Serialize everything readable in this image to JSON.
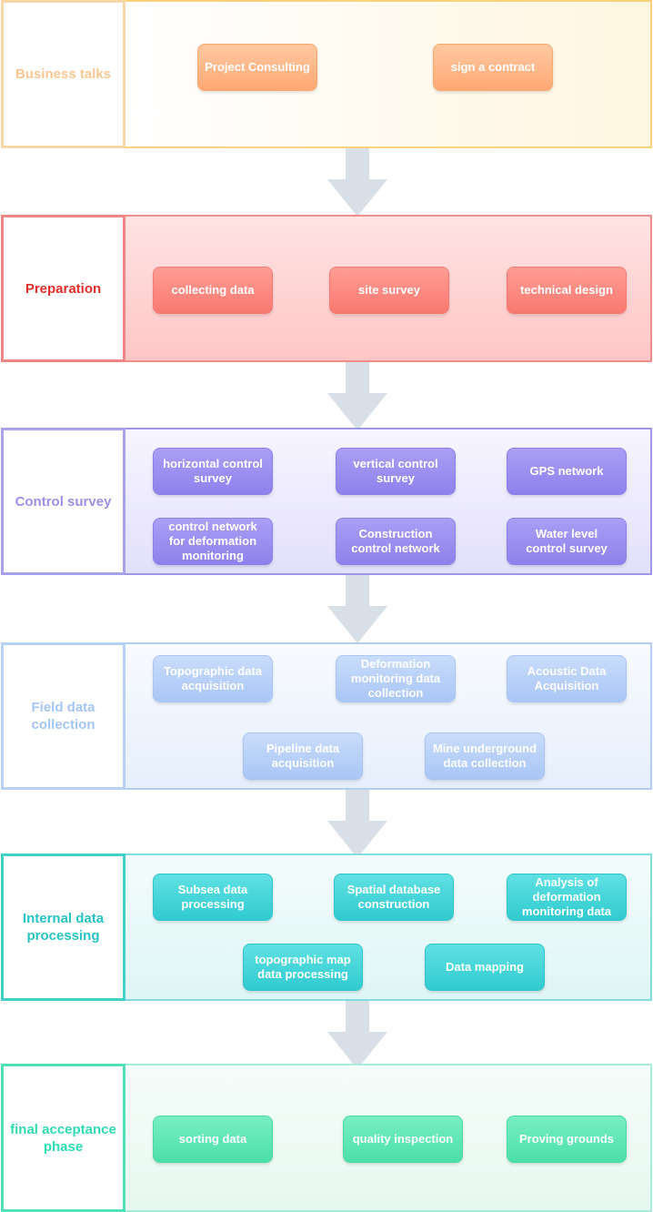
{
  "stages": [
    {
      "label": "Business talks",
      "nodes": [
        "Project Consulting",
        "sign a contract"
      ]
    },
    {
      "label": "Preparation",
      "nodes": [
        "collecting data",
        "site survey",
        "technical design"
      ]
    },
    {
      "label": "Control survey",
      "nodes": [
        "horizontal control\nsurvey",
        "vertical control\nsurvey",
        "GPS network",
        "control network\nfor deformation\nmonitoring",
        "Construction\ncontrol network",
        "Water level\ncontrol survey"
      ]
    },
    {
      "label": "Field data\ncollection",
      "nodes": [
        "Topographic data\nacquisition",
        "Deformation\nmonitoring data\ncollection",
        "Acoustic Data\nAcquisition",
        "Pipeline data\nacquisition",
        "Mine underground\ndata collection"
      ]
    },
    {
      "label": "Internal data\nprocessing",
      "nodes": [
        "Subsea data\nprocessing",
        "Spatial database\nconstruction",
        "Analysis of\ndeformation\nmonitoring data",
        "topographic map\ndata processing",
        "Data mapping"
      ]
    },
    {
      "label": "final acceptance\nphase",
      "nodes": [
        "sorting data",
        "quality inspection",
        "Proving grounds"
      ]
    }
  ],
  "arrow_color": "#d9dfe6"
}
